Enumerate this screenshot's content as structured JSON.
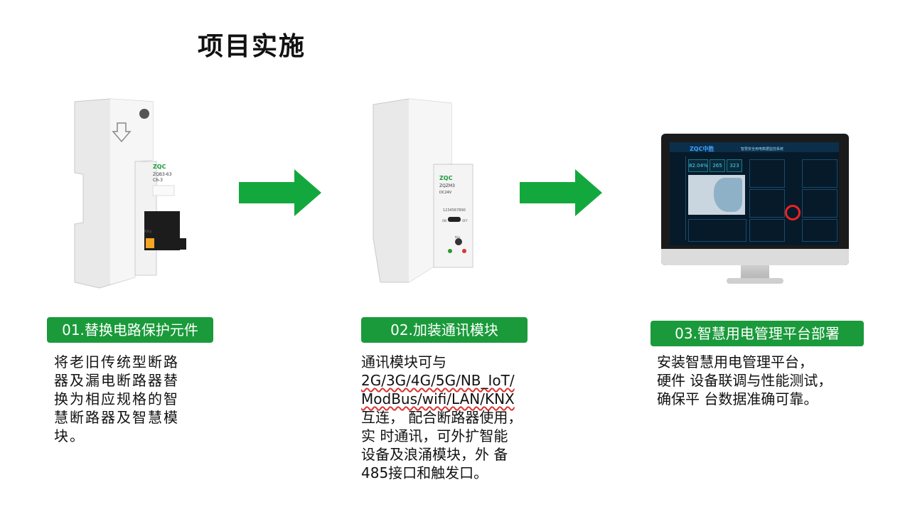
{
  "title": "项目实施",
  "steps": [
    {
      "label": "01.替换电路保护元件",
      "description": [
        "将老旧传统型断路",
        "器及漏电断路器替",
        "换为相应规格的智",
        "慧断路器及智慧模",
        "块。"
      ]
    },
    {
      "label": "02.加装通讯模块",
      "description_lines": [
        {
          "text": "通讯模块可与",
          "wavy": false
        },
        {
          "text": "2G/3G/4G/5G/NB_IoT/",
          "wavy": true
        },
        {
          "text": "ModBus/wifi/LAN/KNX",
          "wavy": true
        },
        {
          "text": "互连， 配合断路器使用，",
          "wavy": false
        },
        {
          "text": "实 时通讯，可外扩智能",
          "wavy": false
        },
        {
          "text": "设备及浪涌模块，外 备",
          "wavy": false
        },
        {
          "text": "485接口和触发口。",
          "wavy": false
        }
      ]
    },
    {
      "label": "03.智慧用电管理平台部署",
      "description": [
        "安装智慧用电管理平台，",
        "硬件 设备联调与性能测试，",
        "确保平 台数据准确可靠。"
      ]
    }
  ],
  "breaker": {
    "brand": "ZQC",
    "model": "ZQB3-63",
    "rating": "C6-3",
    "key": "Key"
  },
  "module": {
    "brand": "ZQC",
    "model": "ZQZM3",
    "voltage": "DC24V",
    "serial": "1234567890",
    "on": "ON",
    "off": "OFF",
    "key": "Key"
  },
  "monitor": {
    "brand": "ZQC中胜",
    "screen_title": "智慧安全用电数据监控系统",
    "kpi": [
      "82.04%",
      "265",
      "323"
    ]
  },
  "colors": {
    "accent": "#1a9a3a",
    "arrow": "#13a83d",
    "text": "#111111"
  }
}
